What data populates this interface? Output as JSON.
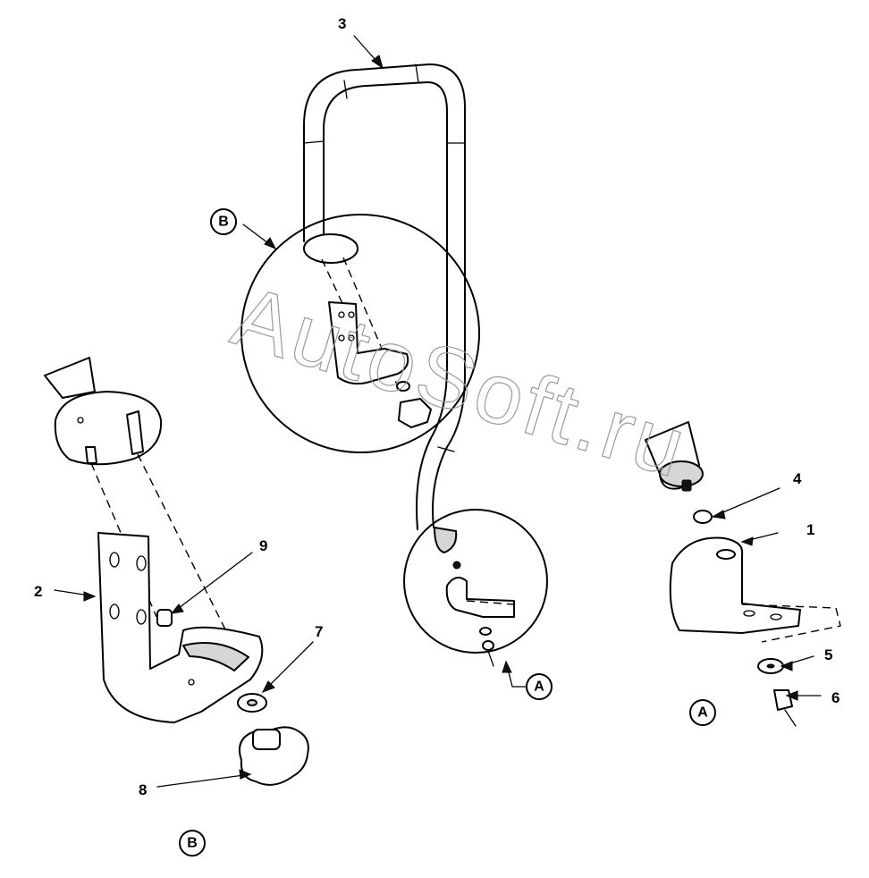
{
  "watermark": "AutoSoft.ru",
  "callouts": {
    "c1": "1",
    "c2": "2",
    "c3": "3",
    "c4": "4",
    "c5": "5",
    "c6": "6",
    "c7": "7",
    "c8": "8",
    "c9": "9"
  },
  "views": {
    "a_marker": "A",
    "a_caption": "A",
    "b_marker": "B",
    "b_caption": "B"
  }
}
